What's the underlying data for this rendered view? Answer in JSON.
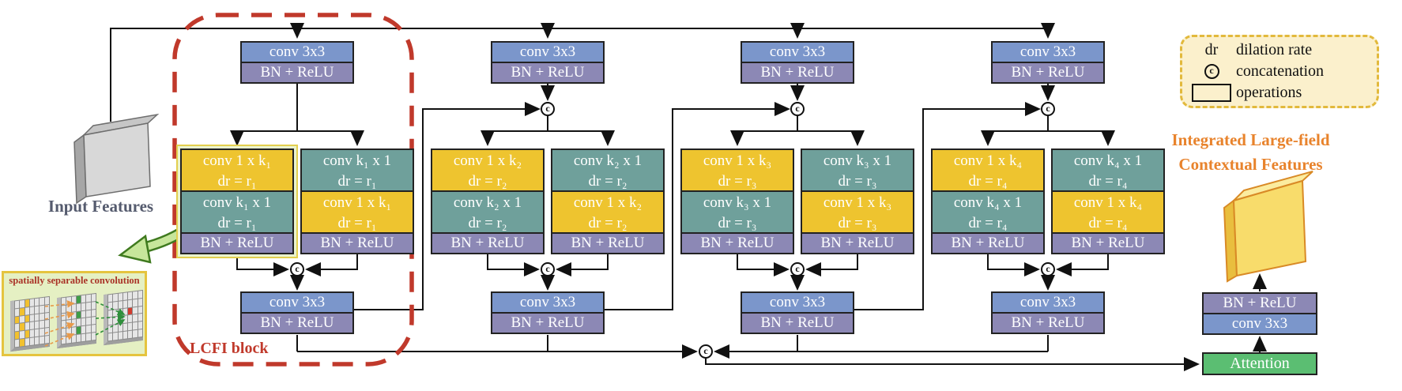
{
  "labels": {
    "input": "Input Features",
    "lcfi": "LCFI block",
    "attention": "Attention",
    "out_line1": "Integrated Large-field",
    "out_line2": "Contextual Features",
    "concat": "c",
    "final_bn": "BN + ReLU",
    "final_conv": "conv 3x3"
  },
  "legend": {
    "dr_symbol": "dr",
    "dr_label": "dilation rate",
    "concat_symbol": "c",
    "concat_label": "concatenation",
    "operations_label": "operations"
  },
  "columns": [
    {
      "top_conv": "conv 3x3",
      "top_bn": "BN + ReLU",
      "left": {
        "row1": "conv 1 x k₁",
        "row1_dr": "dr = r₁",
        "row2": "conv k₁ x 1",
        "row2_dr": "dr = r₁",
        "bn": "BN + ReLU"
      },
      "right": {
        "row1": "conv k₁ x 1",
        "row1_dr": "dr = r₁",
        "row2": "conv 1 x k₁",
        "row2_dr": "dr = r₁",
        "bn": "BN + ReLU"
      },
      "bottom_conv": "conv 3x3",
      "bottom_bn": "BN + ReLU"
    },
    {
      "top_conv": "conv 3x3",
      "top_bn": "BN + ReLU",
      "left": {
        "row1": "conv 1 x k₂",
        "row1_dr": "dr = r₂",
        "row2": "conv k₂ x 1",
        "row2_dr": "dr = r₂",
        "bn": "BN + ReLU"
      },
      "right": {
        "row1": "conv k₂ x 1",
        "row1_dr": "dr = r₂",
        "row2": "conv 1 x k₂",
        "row2_dr": "dr = r₂",
        "bn": "BN + ReLU"
      },
      "bottom_conv": "conv 3x3",
      "bottom_bn": "BN + ReLU"
    },
    {
      "top_conv": "conv 3x3",
      "top_bn": "BN + ReLU",
      "left": {
        "row1": "conv 1 x k₃",
        "row1_dr": "dr = r₃",
        "row2": "conv k₃ x 1",
        "row2_dr": "dr = r₃",
        "bn": "BN + ReLU"
      },
      "right": {
        "row1": "conv k₃ x 1",
        "row1_dr": "dr = r₃",
        "row2": "conv 1 x k₃",
        "row2_dr": "dr = r₃",
        "bn": "BN + ReLU"
      },
      "bottom_conv": "conv 3x3",
      "bottom_bn": "BN + ReLU"
    },
    {
      "top_conv": "conv 3x3",
      "top_bn": "BN + ReLU",
      "left": {
        "row1": "conv 1 x k₄",
        "row1_dr": "dr = r₄",
        "row2": "conv k₄ x 1",
        "row2_dr": "dr = r₄",
        "bn": "BN + ReLU"
      },
      "right": {
        "row1": "conv k₄ x 1",
        "row1_dr": "dr = r₄",
        "row2": "conv 1 x k₄",
        "row2_dr": "dr = r₄",
        "bn": "BN + ReLU"
      },
      "bottom_conv": "conv 3x3",
      "bottom_bn": "BN + ReLU"
    }
  ],
  "inset": {
    "title": "spatially separable convolution",
    "grids": [
      {
        "color": "#F2C12E",
        "cells": [
          [
            0,
            2
          ],
          [
            1,
            1
          ],
          [
            2,
            0
          ],
          [
            2,
            2
          ],
          [
            3,
            1
          ],
          [
            4,
            0
          ],
          [
            4,
            2
          ],
          [
            5,
            1
          ]
        ]
      },
      {
        "color": "#3E9E46",
        "cells": [
          [
            0,
            3
          ],
          [
            2,
            3
          ],
          [
            4,
            3
          ]
        ]
      },
      {
        "color": "#D23B2E",
        "cells": [
          [
            2,
            4
          ]
        ]
      }
    ]
  },
  "colors": {
    "conv_blue": "#7B96CB",
    "bn_purple": "#8C88B5",
    "conv_yellow": "#EEC42F",
    "conv_teal": "#6FA09B",
    "attention_green": "#5BBE72",
    "lcfi_red": "#C0392B",
    "output_orange": "#E8832C",
    "legend_bg": "#FBF0CC",
    "legend_border": "#E2B93C"
  }
}
